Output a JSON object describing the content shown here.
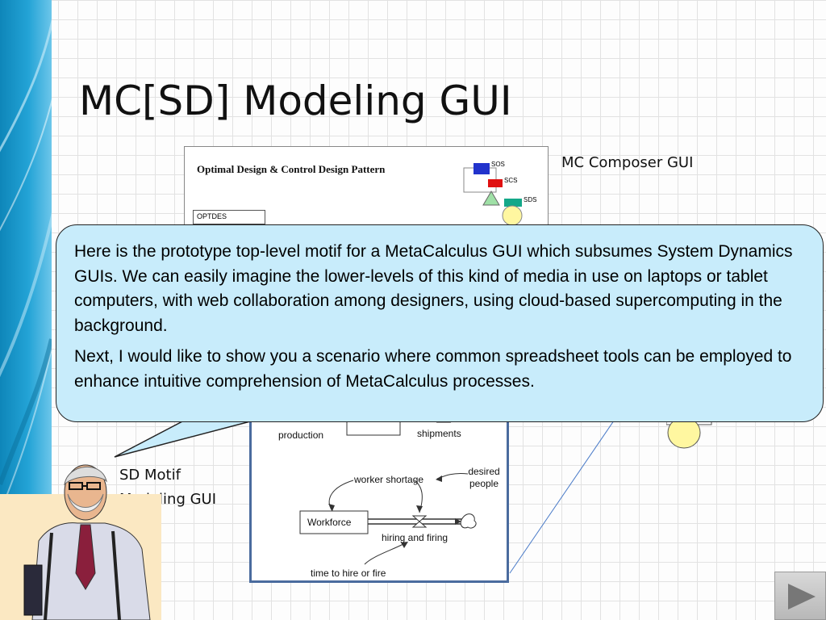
{
  "slide": {
    "title": "MC[SD] Modeling GUI",
    "mc_composer_label": "MC Composer GUI",
    "sd_motif_label_line1": "SD Motif",
    "sd_motif_label_line2": "Modeling GUI"
  },
  "mc_panel": {
    "title": "Optimal Design & Control Design Pattern",
    "box_label": "OPTDES",
    "nodes": [
      "SOS",
      "SCS",
      "SDS"
    ]
  },
  "sd_panel": {
    "labels": {
      "production": "production",
      "shipments": "shipments",
      "worker_shortage": "worker shortage",
      "desired_people": "desired people",
      "workforce": "Workforce",
      "hiring_and_firing": "hiring and firing",
      "time_to_hire": "time to hire or fire"
    }
  },
  "callout": {
    "paragraph1": "Here is the prototype top-level motif for a MetaCalculus GUI which subsumes System Dynamics GUIs. We can easily imagine the lower-levels of this kind of media in use on laptops or tablet computers, with web collaboration among designers, using cloud-based supercomputing in the background.",
    "paragraph2": "Next, I would like to show you a scenario where common spreadsheet tools can be employed to enhance intuitive comprehension of MetaCalculus processes."
  },
  "colors": {
    "callout_fill": "#c8ecfb",
    "sidebar": "#1e9bd0",
    "sd_panel_border": "#4a6b9e"
  },
  "icons": {
    "next": "play-triangle-icon",
    "presenter": "presenter-clipart"
  }
}
